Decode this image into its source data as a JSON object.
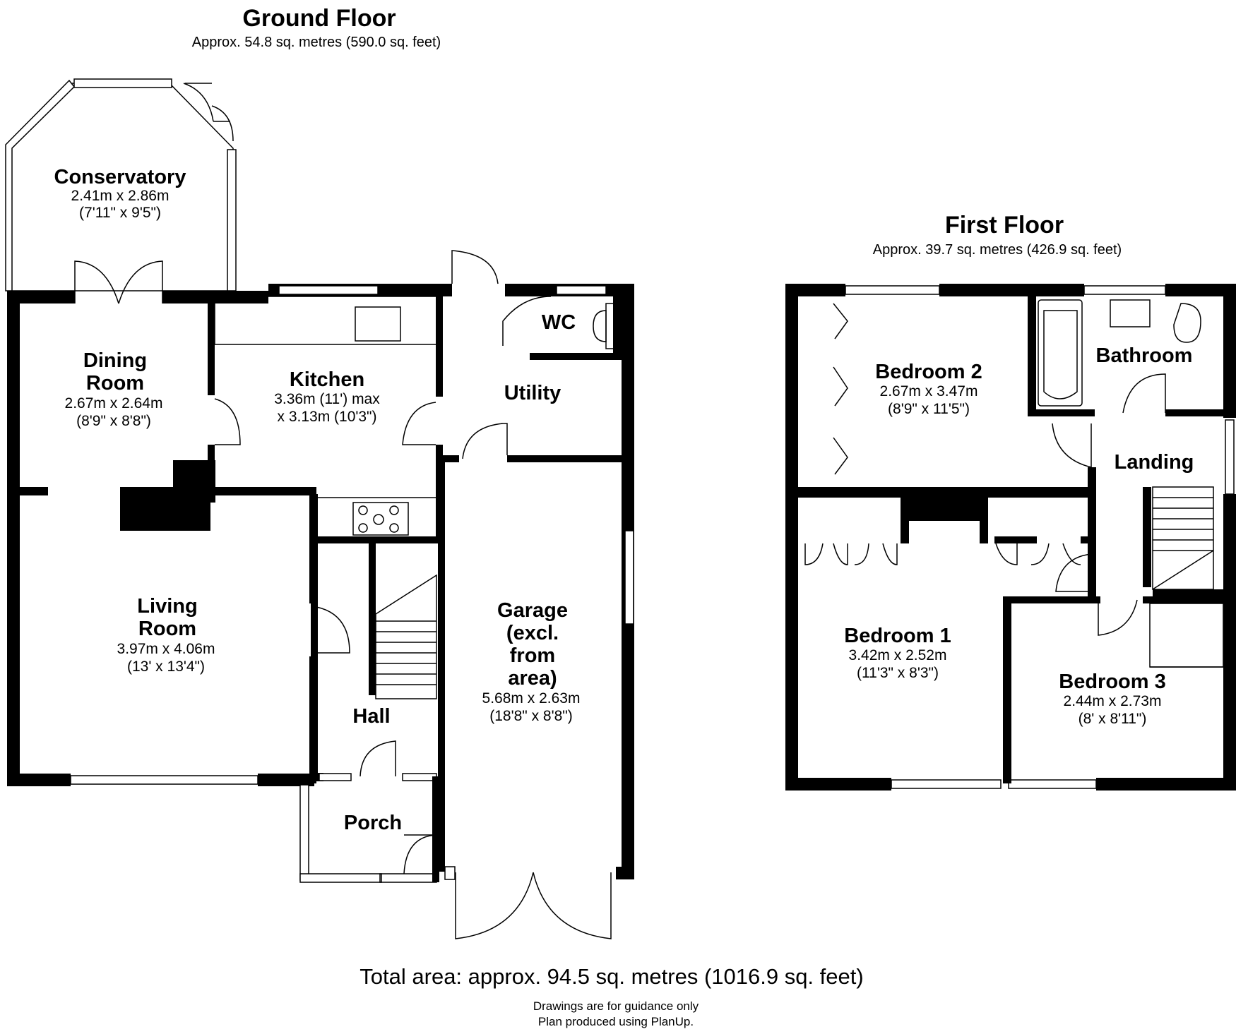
{
  "ground_floor": {
    "title": "Ground Floor",
    "area": "Approx. 54.8 sq. metres (590.0 sq. feet)",
    "rooms": [
      {
        "name": [
          "Conservatory"
        ],
        "dims": [
          "2.41m x 2.86m",
          "(7'11\" x 9'5\")"
        ]
      },
      {
        "name": [
          "Dining",
          "Room"
        ],
        "dims": [
          "2.67m x 2.64m",
          "(8'9\" x 8'8\")"
        ]
      },
      {
        "name": [
          "Kitchen"
        ],
        "dims": [
          "3.36m (11') max",
          "x 3.13m (10'3\")"
        ]
      },
      {
        "name": [
          "WC"
        ],
        "dims": []
      },
      {
        "name": [
          "Utility"
        ],
        "dims": []
      },
      {
        "name": [
          "Living",
          "Room"
        ],
        "dims": [
          "3.97m x 4.06m",
          "(13' x 13'4\")"
        ]
      },
      {
        "name": [
          "Hall"
        ],
        "dims": []
      },
      {
        "name": [
          "Garage",
          "(excl.",
          "from",
          "area)"
        ],
        "dims": [
          "5.68m x 2.63m",
          "(18'8\" x 8'8\")"
        ]
      },
      {
        "name": [
          "Porch"
        ],
        "dims": []
      }
    ]
  },
  "first_floor": {
    "title": "First Floor",
    "area": "Approx. 39.7 sq. metres (426.9 sq. feet)",
    "rooms": [
      {
        "name": [
          "Bedroom 2"
        ],
        "dims": [
          "2.67m x 3.47m",
          "(8'9\" x 11'5\")"
        ]
      },
      {
        "name": [
          "Bathroom"
        ],
        "dims": []
      },
      {
        "name": [
          "Landing"
        ],
        "dims": []
      },
      {
        "name": [
          "Bedroom 1"
        ],
        "dims": [
          "3.42m x 2.52m",
          "(11'3\" x 8'3\")"
        ]
      },
      {
        "name": [
          "Bedroom 3"
        ],
        "dims": [
          "2.44m x 2.73m",
          "(8' x 8'11\")"
        ]
      }
    ]
  },
  "footer": {
    "total": "Total area: approx. 94.5 sq. metres (1016.9 sq. feet)",
    "note1": "Drawings are for guidance only",
    "note2": "Plan produced using PlanUp."
  }
}
